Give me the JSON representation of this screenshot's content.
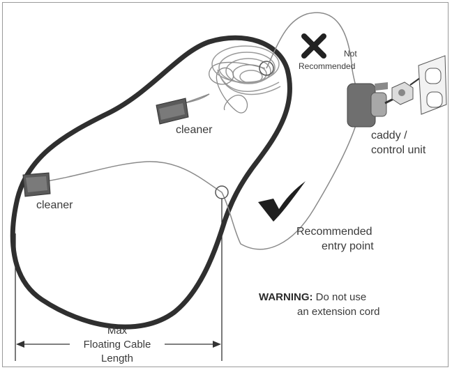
{
  "labels": {
    "cleaner_top": "cleaner",
    "cleaner_left": "cleaner",
    "caddy_line1": "caddy /",
    "caddy_line2": "control unit",
    "not_recommended_line1": "Not",
    "not_recommended_line2": "Recommended",
    "recommended_line1": "Recommended",
    "recommended_line2": "entry point",
    "warning_bold": "WARNING:",
    "warning_rest": "Do not use",
    "warning_line2": "an extension cord",
    "max_line1": "Max",
    "max_line2": "Floating Cable",
    "max_line3": "Length"
  },
  "icons": {
    "not_recommended_mark": "x-mark-icon",
    "recommended_mark": "check-mark-icon"
  },
  "colors": {
    "pool_outline": "#2f2f2f",
    "cable": "#8a8a8a",
    "text": "#3a3a3a"
  }
}
